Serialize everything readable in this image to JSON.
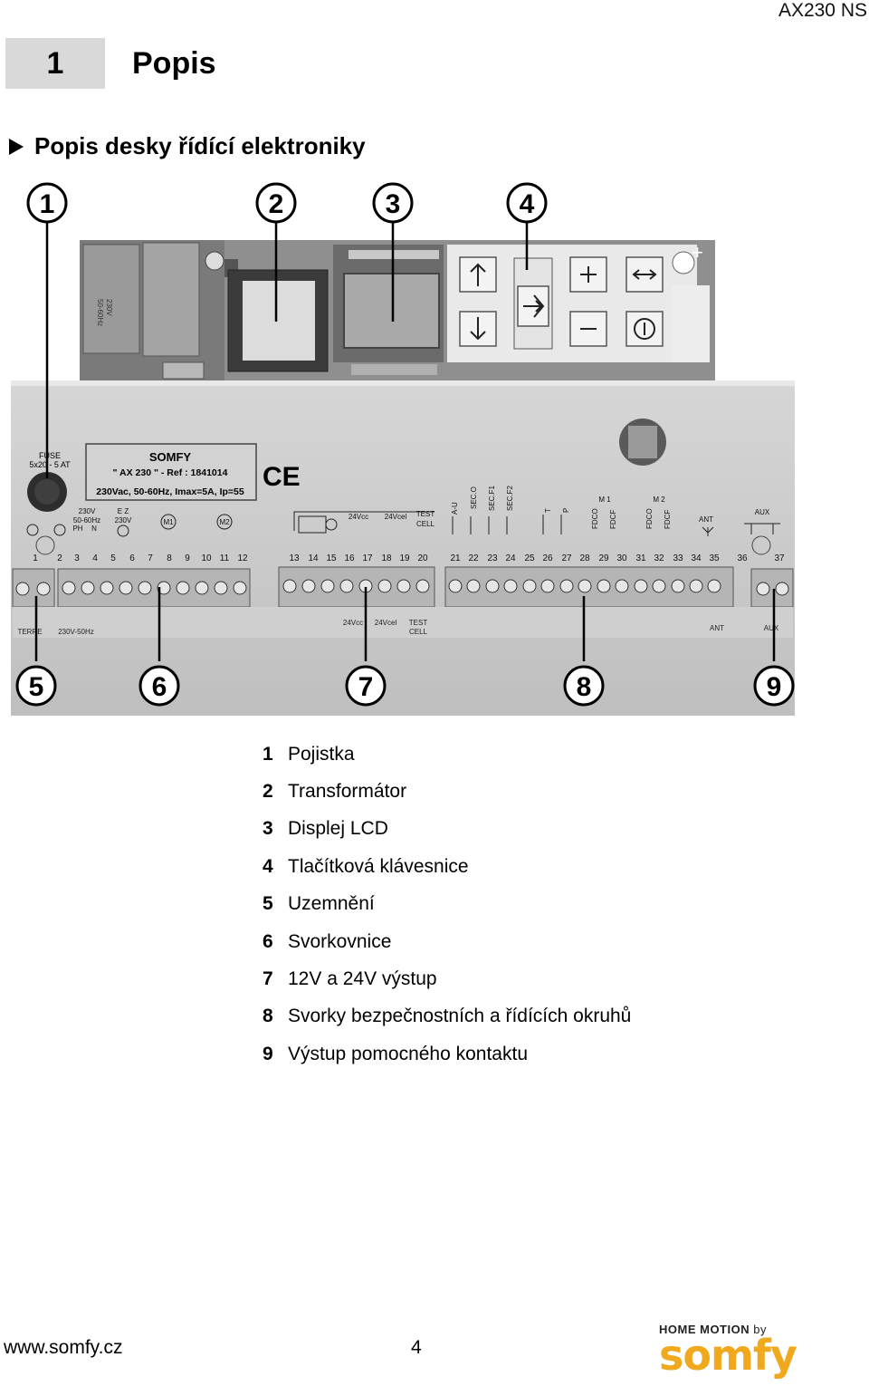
{
  "header": {
    "doc_code": "AX230 NS"
  },
  "chapter": {
    "number": "1",
    "title": "Popis"
  },
  "section": {
    "title": "Popis desky řídící elektroniky"
  },
  "figure": {
    "callouts": [
      "1",
      "2",
      "3",
      "4",
      "5",
      "6",
      "7",
      "8",
      "9"
    ],
    "transformer_labels": [
      "230V",
      "50-60Hz"
    ],
    "fuse_label": "FUSE",
    "fuse_spec": "5x20 - 5 AT",
    "plate_brand": "SOMFY",
    "plate_ref": "\" AX 230 \" - Ref : 1841014",
    "plate_rating": "230Vac, 50-60Hz,  Imax=5A, Ip=55",
    "ce_mark": "CE",
    "label_230v": "230V",
    "label_50_60hz": "50-60Hz",
    "label_ph": "PH",
    "label_n": "N",
    "label_ez": "E Z",
    "label_ez_230v": "230V",
    "label_m1": "M1",
    "label_m2": "M2",
    "label_24vcc": "24Vcc",
    "label_24vcel": "24Vcel",
    "label_test": "TEST",
    "label_cell": "CELL",
    "label_au": "A-U",
    "label_seco": "SEC.O",
    "label_secf1": "SEC.F1",
    "label_secf2": "SEC.F2",
    "label_t": "T",
    "label_p": "P",
    "label_m1b": "M 1",
    "label_m2b": "M 2",
    "label_fdco": "FDCO",
    "label_fdcf": "FDCF",
    "label_ant": "ANT",
    "label_aux": "AUX",
    "label_terre": "TERRE",
    "label_230v_50hz": "230V-50Hz",
    "terminal_numbers": [
      "1",
      "2",
      "3",
      "4",
      "5",
      "6",
      "7",
      "8",
      "9",
      "10",
      "11",
      "12",
      "13",
      "14",
      "15",
      "16",
      "17",
      "18",
      "19",
      "20",
      "21",
      "22",
      "23",
      "24",
      "25",
      "26",
      "27",
      "28",
      "29",
      "30",
      "31",
      "32",
      "33",
      "34",
      "35",
      "36",
      "37"
    ]
  },
  "legend": [
    {
      "num": "1",
      "text": "Pojistka"
    },
    {
      "num": "2",
      "text": "Transformátor"
    },
    {
      "num": "3",
      "text": "Displej LCD"
    },
    {
      "num": "4",
      "text": "Tlačítková klávesnice"
    },
    {
      "num": "5",
      "text": "Uzemnění"
    },
    {
      "num": "6",
      "text": "Svorkovnice"
    },
    {
      "num": "7",
      "text": "12V a 24V výstup"
    },
    {
      "num": "8",
      "text": "Svorky bezpečnostních a řídících okruhů"
    },
    {
      "num": "9",
      "text": "Výstup pomocného kontaktu"
    }
  ],
  "footer": {
    "url": "www.somfy.cz",
    "page": "4",
    "logo_tagline": "HOME MOTION",
    "logo_by": "by",
    "logo_word": "somfy"
  },
  "colors": {
    "chapter_box": "#d9d9d9",
    "logo_accent": "#f0a81c"
  }
}
